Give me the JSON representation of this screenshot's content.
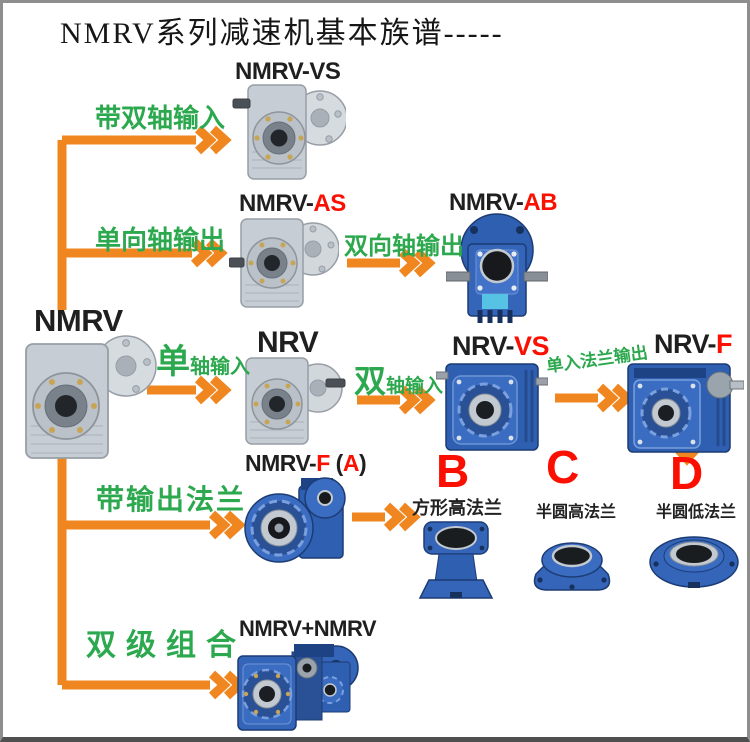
{
  "title": "NMRV系列减速机基本族谱-----",
  "colors": {
    "arrow_orange": "#f0861f",
    "label_green": "#2ca84e",
    "highlight_red": "#fb0f00",
    "text_black": "#1f1f1f",
    "gearbox_blue": "#3565b8",
    "gearbox_silver": "#c7cdd4"
  },
  "nodes": {
    "root": {
      "label": "NMRV"
    },
    "nmrv_vs": {
      "label": "NMRV-VS"
    },
    "nmrv_as": {
      "black": "NMRV-",
      "red": "AS"
    },
    "nmrv_ab": {
      "black": "NMRV-",
      "red": "AB"
    },
    "nrv": {
      "label": "NRV"
    },
    "nrv_vs": {
      "black": "NRV-",
      "red": "VS"
    },
    "nrv_f": {
      "black": "NRV-",
      "red": "F"
    },
    "nmrv_f_a": {
      "black": "NMRV-",
      "red": "F",
      "black2": " (",
      "red2": "A",
      "black3": ")"
    },
    "combo": {
      "label": "NMRV+NMRV"
    }
  },
  "edges": {
    "dual_shaft_input": {
      "label": "带双轴输入"
    },
    "single_shaft_output": {
      "label": "单向轴输出"
    },
    "dual_shaft_output": {
      "label": "双向轴输出"
    },
    "single_input": {
      "big": "单",
      "rest": "轴输入"
    },
    "dual_input": {
      "big": "双",
      "rest": "轴输入"
    },
    "single_flange_output": {
      "label": "单入法兰输出"
    },
    "output_flange": {
      "label": "带输出法兰"
    },
    "two_stage": {
      "label": "双级组合"
    }
  },
  "flanges": [
    {
      "letter": "B",
      "name": "方形高法兰"
    },
    {
      "letter": "C",
      "name": "半圆高法兰"
    },
    {
      "letter": "D",
      "name": "半圆低法兰"
    }
  ]
}
